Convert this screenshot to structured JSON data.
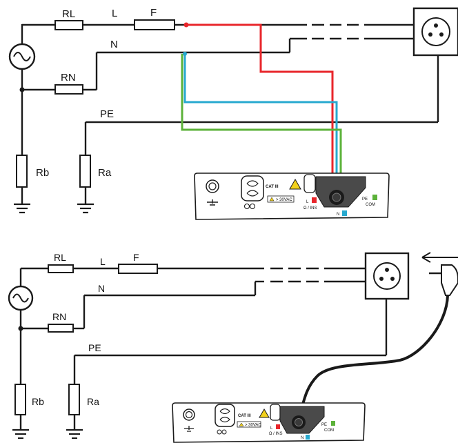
{
  "labels": {
    "rl": "RL",
    "rn": "RN",
    "l": "L",
    "n": "N",
    "f": "F",
    "pe": "PE",
    "rb": "Rb",
    "ra": "Ra"
  },
  "instrument": {
    "cat": "CAT III",
    "rating": "> 30VAC",
    "terminal_l": "L",
    "terminal_l_sub": "Ω / INS",
    "terminal_n": "N",
    "terminal_pe": "PE",
    "terminal_pe_sub": "COM"
  },
  "colors": {
    "wire": "#1a1a1a",
    "phase_lead": "#e8262b",
    "neutral_lead": "#27a9cf",
    "earth_lead": "#5cb23a",
    "terminal_red": "#e8262b",
    "terminal_blue": "#27a9cf",
    "terminal_green": "#5cb23a",
    "warning_yellow": "#f2d11c"
  },
  "icons": [
    "ac-source-icon",
    "socket-icon",
    "plug-icon",
    "ground-icon",
    "warning-icon",
    "arrow-left-icon"
  ]
}
